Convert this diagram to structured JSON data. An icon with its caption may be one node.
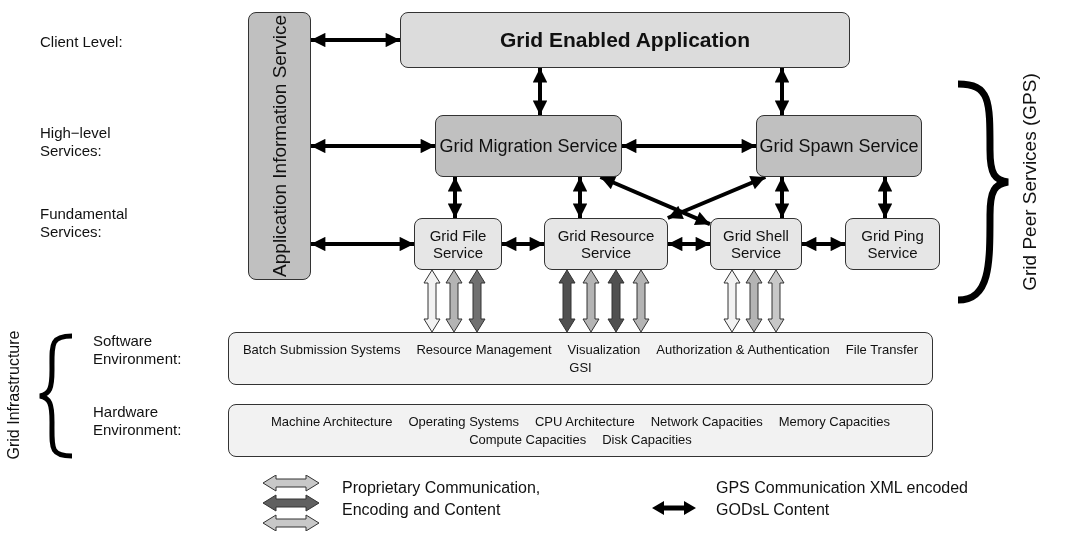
{
  "diagram": {
    "nodes": [
      {
        "text": [
          "Grid Enabled Application"
        ]
      },
      {
        "text": [
          "Application Information Service"
        ]
      },
      {
        "text": [
          "Grid Migration Service"
        ]
      },
      {
        "text": [
          "Grid Spawn Service"
        ]
      },
      {
        "text": [
          "Grid File Service"
        ]
      },
      {
        "text": [
          "Grid Resource Service"
        ]
      },
      {
        "text": [
          "Grid Shell Service"
        ]
      },
      {
        "text": [
          "Grid Ping Service"
        ]
      },
      {
        "text": [
          "Batch Submission Systems",
          "Resource Management",
          "Visualization",
          "Authorization & Authentication",
          "File Transfer",
          "GSI"
        ]
      },
      {
        "text": [
          "Machine Architecture",
          "Operating Systems",
          "CPU Architecture",
          "Network Capacities",
          "Memory Capacities",
          "Compute Capacities",
          "Disk Capacities"
        ]
      }
    ],
    "edges": [
      {
        "from": 1,
        "to": 0,
        "arrow": "both"
      },
      {
        "from": 0,
        "to": 2,
        "arrow": "both"
      },
      {
        "from": 0,
        "to": 3,
        "arrow": "both"
      },
      {
        "from": 1,
        "to": 2,
        "arrow": "both"
      },
      {
        "from": 2,
        "to": 3,
        "arrow": "both"
      },
      {
        "from": 1,
        "to": 4,
        "arrow": "both"
      },
      {
        "from": 2,
        "to": 4,
        "arrow": "both"
      },
      {
        "from": 2,
        "to": 5,
        "arrow": "both"
      },
      {
        "from": 2,
        "to": 6,
        "arrow": "both"
      },
      {
        "from": 3,
        "to": 5,
        "arrow": "both"
      },
      {
        "from": 3,
        "to": 6,
        "arrow": "both"
      },
      {
        "from": 3,
        "to": 7,
        "arrow": "both"
      },
      {
        "from": 4,
        "to": 5,
        "arrow": "both"
      },
      {
        "from": 5,
        "to": 6,
        "arrow": "both"
      },
      {
        "from": 6,
        "to": 7,
        "arrow": "both"
      },
      {
        "from": 4,
        "to": 8,
        "arrow": "both",
        "color": "#f2f2f2"
      },
      {
        "from": 4,
        "to": 8,
        "arrow": "both",
        "color": "#b4b4b4"
      },
      {
        "from": 4,
        "to": 8,
        "arrow": "both",
        "color": "#707070"
      },
      {
        "from": 5,
        "to": 8,
        "arrow": "both",
        "color": "#505050"
      },
      {
        "from": 5,
        "to": 8,
        "arrow": "both",
        "color": "#b4b4b4"
      },
      {
        "from": 5,
        "to": 8,
        "arrow": "both",
        "color": "#505050"
      },
      {
        "from": 5,
        "to": 8,
        "arrow": "both",
        "color": "#b4b4b4"
      },
      {
        "from": 6,
        "to": 8,
        "arrow": "both",
        "color": "#f2f2f2"
      },
      {
        "from": 6,
        "to": 8,
        "arrow": "both",
        "color": "#b4b4b4"
      },
      {
        "from": 6,
        "to": 8,
        "arrow": "both",
        "color": "#c8c8c8"
      }
    ],
    "labels": [
      "Client Level:",
      "High−level Services:",
      "Fundamental Services:",
      "Grid Peer Services (GPS)",
      "Software Environment:",
      "Hardware Environment:",
      "Grid Infrastructure"
    ],
    "legend": [
      {
        "text": "Proprietary Communication, Encoding and Content"
      },
      {
        "text": "GPS Communication XML encoded GODsL Content"
      }
    ]
  }
}
